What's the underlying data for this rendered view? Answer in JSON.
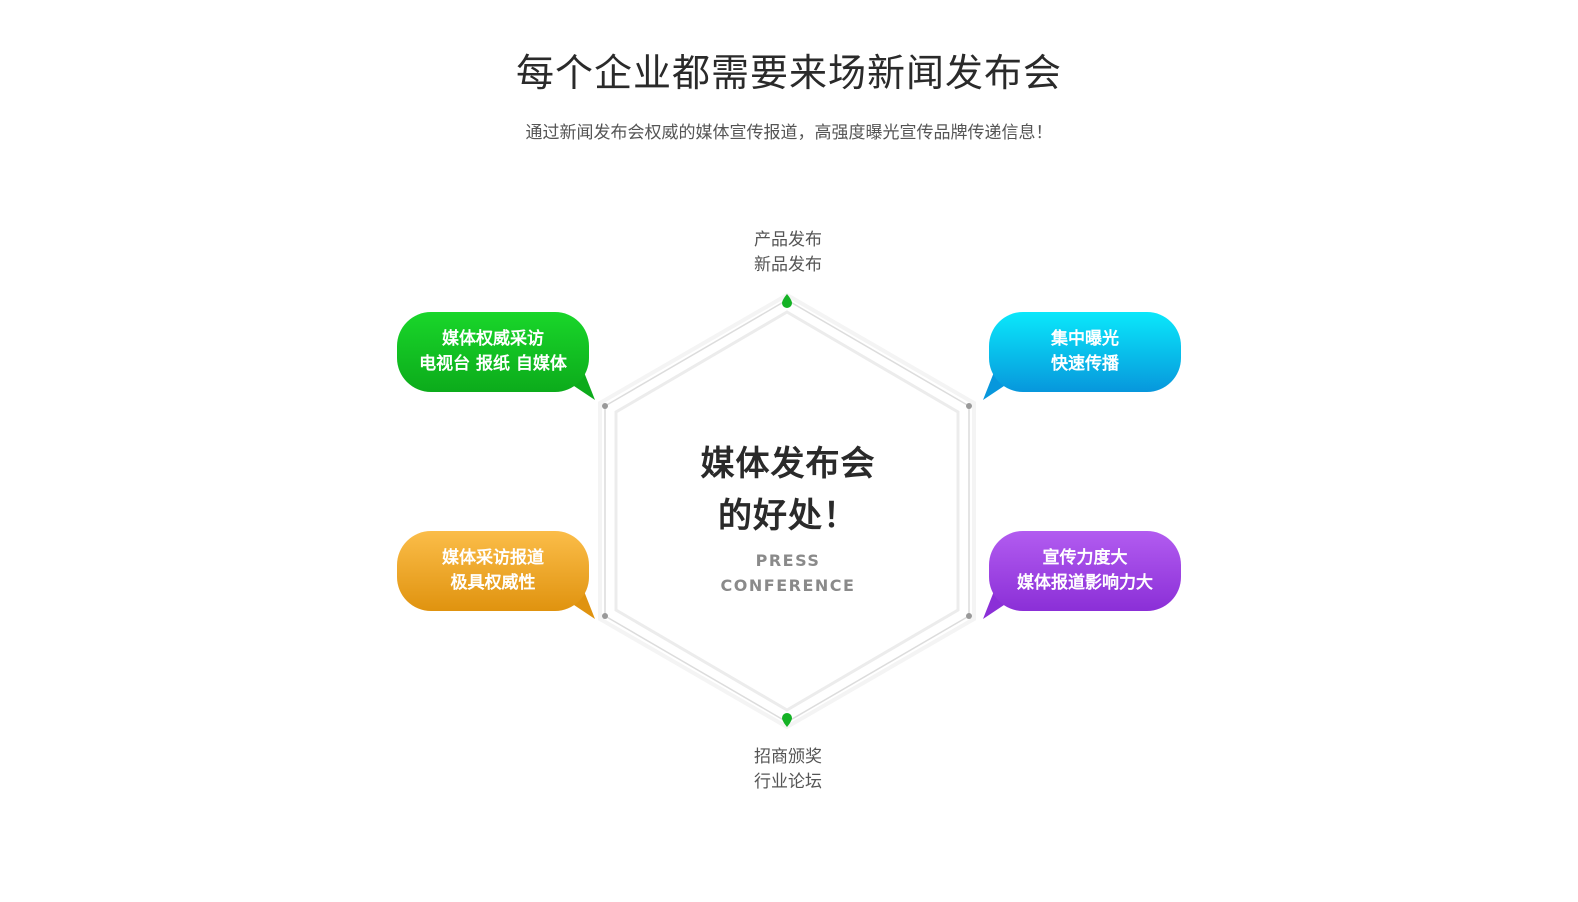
{
  "header": {
    "title": "每个企业都需要来场新闻发布会",
    "subtitle": "通过新闻发布会权威的媒体宣传报道，高强度曝光宣传品牌传递信息！"
  },
  "diagram": {
    "center": {
      "line1": "媒体发布会",
      "line2": "的好处！",
      "en_line1": "PRESS",
      "en_line2": "CONFERENCE"
    },
    "top_node": {
      "line1": "产品发布",
      "line2": "新品发布"
    },
    "bottom_node": {
      "line1": "招商颁奖",
      "line2": "行业论坛"
    },
    "bubbles": {
      "green": {
        "line1": "媒体权威采访",
        "line2": "电视台 报纸 自媒体",
        "color": "#12c222"
      },
      "orange": {
        "line1": "媒体采访报道",
        "line2": "极具权威性",
        "color": "#f0a92c"
      },
      "cyan": {
        "line1": "集中曝光",
        "line2": "快速传播",
        "color": "#08c2ee"
      },
      "purple": {
        "line1": "宣传力度大",
        "line2": "媒体报道影响力大",
        "color": "#9e44e6"
      }
    },
    "colors": {
      "accent_green": "#14b225",
      "hex_line": "#d8d8d8",
      "dot": "#999999"
    }
  }
}
